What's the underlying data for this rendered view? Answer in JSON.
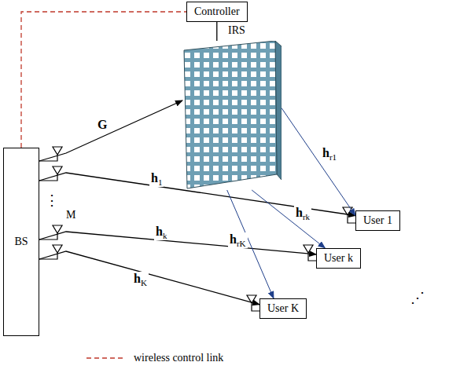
{
  "diagram": {
    "nodes": [
      {
        "text": [
          "Controller"
        ]
      },
      {
        "text": [
          "IRS"
        ]
      },
      {
        "text": [
          "BS"
        ]
      },
      {
        "text": [
          "User 1"
        ]
      },
      {
        "text": [
          "User k"
        ]
      },
      {
        "text": [
          "User K"
        ]
      }
    ],
    "edges": [
      {
        "from": 0,
        "to": 1,
        "arrow": "none"
      },
      {
        "from": 2,
        "to": 0,
        "arrow": "none"
      },
      {
        "from": 2,
        "to": 1,
        "arrow": "to",
        "label": "G"
      },
      {
        "from": 2,
        "to": 3,
        "arrow": "to",
        "label": "h1"
      },
      {
        "from": 2,
        "to": 4,
        "arrow": "to",
        "label": "hk"
      },
      {
        "from": 2,
        "to": 5,
        "arrow": "to",
        "label": "hK"
      },
      {
        "from": 1,
        "to": 3,
        "arrow": "to",
        "label": "hr1"
      },
      {
        "from": 1,
        "to": 4,
        "arrow": "to",
        "label": "hrk"
      },
      {
        "from": 1,
        "to": 5,
        "arrow": "to",
        "label": "hrK"
      }
    ],
    "labels": [
      "M",
      "⋮",
      "⋰"
    ],
    "legend": [
      {
        "text": "wireless control link"
      }
    ]
  }
}
